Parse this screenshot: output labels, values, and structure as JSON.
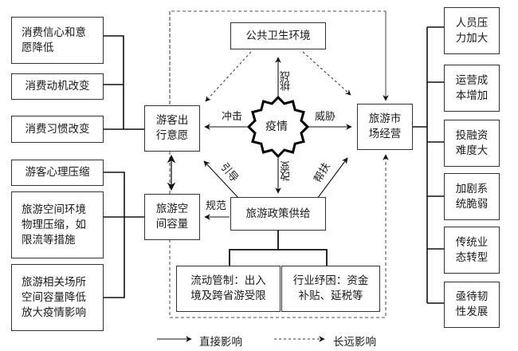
{
  "center": {
    "label": "疫情"
  },
  "top_box": {
    "label": "公共卫生环境"
  },
  "tourist_intention": {
    "label": "游客出行意愿"
  },
  "space_capacity": {
    "label": "旅游空间容量"
  },
  "market": {
    "label": "旅游市场经营"
  },
  "policy": {
    "label": "旅游政策供给"
  },
  "policy_children": [
    {
      "label": "流动管制：出入境及跨省游受限"
    },
    {
      "label": "行业纾困：资金补贴、延税等"
    }
  ],
  "left_top_items": [
    {
      "label": "消费信心和意愿降低"
    },
    {
      "label": "消费动机改变"
    },
    {
      "label": "消费习惯改变"
    }
  ],
  "left_bottom_items": [
    {
      "label": "游客心理压缩"
    },
    {
      "label": "旅游空间环境物理压缩，如限流等措施"
    },
    {
      "label": "旅游相关场所空间容量降低放大疫情影响"
    }
  ],
  "right_items": [
    {
      "label": "人员压力加大"
    },
    {
      "label": "运营成本增加"
    },
    {
      "label": "投融资难度大"
    },
    {
      "label": "加剧系统脆弱"
    },
    {
      "label": "传统业态转型"
    },
    {
      "label": "亟待韧性发展"
    }
  ],
  "edge_labels": {
    "impact": "冲击",
    "threat": "威胁",
    "challenge": "挑战",
    "change": "改变",
    "guide": "引导",
    "support": "帮扶",
    "regulate": "规范"
  },
  "legend": {
    "direct": "直接影响",
    "long_term": "长远影响"
  }
}
